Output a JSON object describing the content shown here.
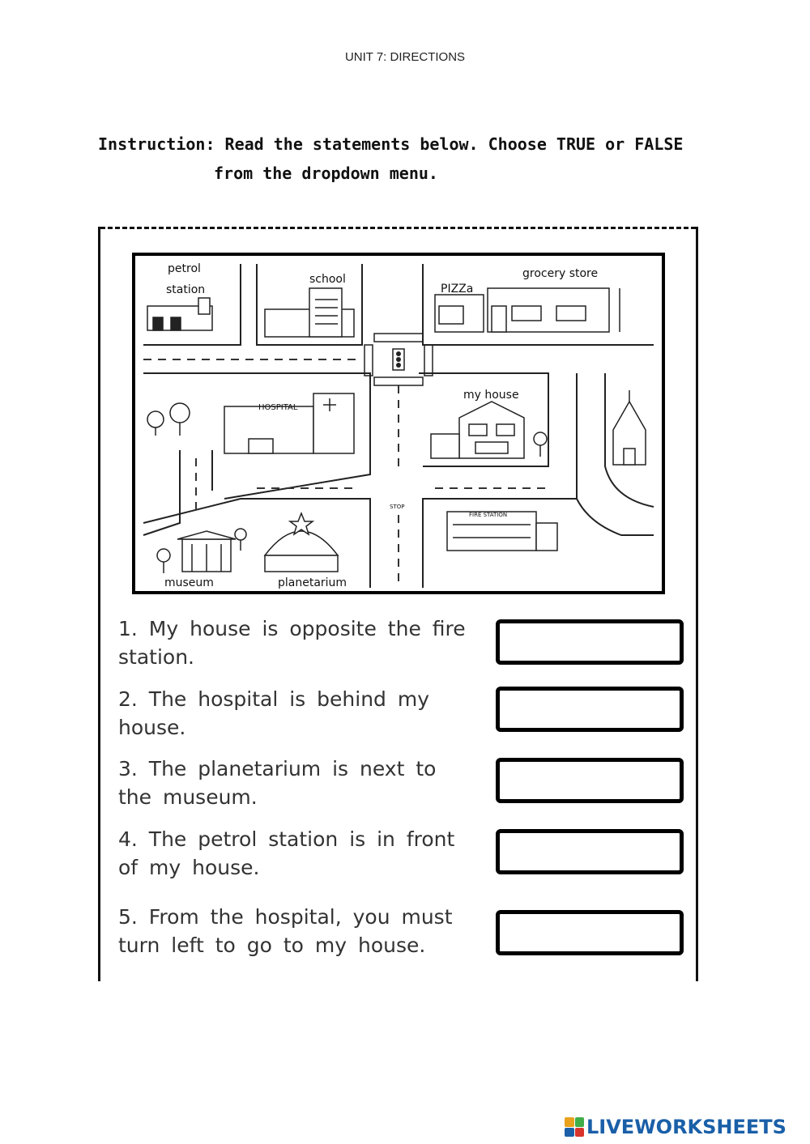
{
  "header": {
    "unit_title": "UNIT 7: DIRECTIONS",
    "instruction_line1": "Instruction: Read the statements below. Choose TRUE or FALSE",
    "instruction_line2": "from the dropdown menu."
  },
  "map": {
    "labels": {
      "petrol_station_1": "petrol",
      "petrol_station_2": "station",
      "school": "school",
      "grocery_store": "grocery store",
      "pizza": "PIZZa",
      "hospital": "HOSPITAL",
      "my_house": "my house",
      "fire_station": "FIRE STATION",
      "museum": "museum",
      "planetarium": "planetarium",
      "stop": "STOP"
    }
  },
  "statements": [
    {
      "line1": "1. My house is opposite the fire",
      "line2": "station."
    },
    {
      "line1": "2.  The hospital is behind my",
      "line2": "house."
    },
    {
      "line1": "3. The planetarium is next to",
      "line2": "the museum."
    },
    {
      "line1": "4. The petrol station is in front",
      "line2": "of my house."
    },
    {
      "line1": "5.  From the hospital, you must",
      "line2": "turn left to go to my house."
    }
  ],
  "answers": [
    {
      "value": ""
    },
    {
      "value": ""
    },
    {
      "value": ""
    },
    {
      "value": ""
    },
    {
      "value": ""
    }
  ],
  "footer": {
    "brand": "LIVEWORKSHEETS",
    "logo_colors": [
      "#e8a21c",
      "#3fae49",
      "#1a5fa8",
      "#d9342b"
    ]
  }
}
